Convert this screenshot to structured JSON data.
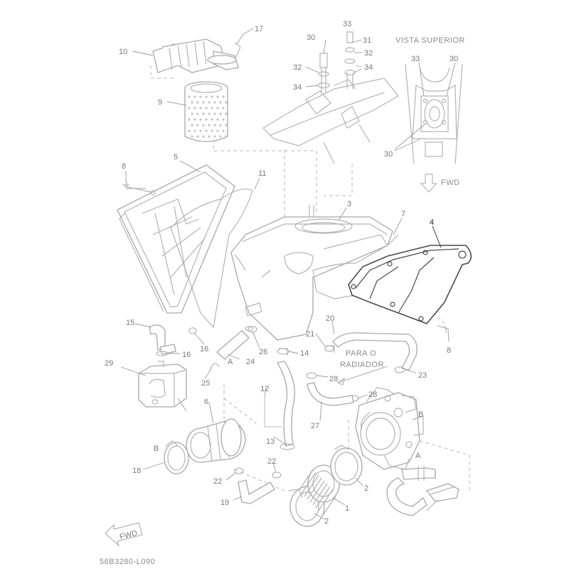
{
  "labels": {
    "p1": "1",
    "p2a": "2",
    "p2b": "2",
    "p3": "3",
    "p4": "4",
    "p5": "5",
    "p6": "6",
    "p7": "7",
    "p8a": "8",
    "p8b": "8",
    "p9": "9",
    "p10": "10",
    "p11": "11",
    "p12": "12",
    "p13": "13",
    "p14": "14",
    "p15": "15",
    "p16a": "16",
    "p16b": "16",
    "p17": "17",
    "p18": "18",
    "p19": "19",
    "p20": "20",
    "p21": "21",
    "p22a": "22",
    "p22b": "22",
    "p23": "23",
    "p24": "24",
    "p25": "25",
    "p26": "26",
    "p27": "27",
    "p28a": "28",
    "p28b": "28",
    "p29": "29",
    "p30a": "30",
    "p30b": "30",
    "p30c": "30",
    "p31": "31",
    "p32a": "32",
    "p32b": "32",
    "p33a": "33",
    "p33b": "33",
    "p34a": "34",
    "p34b": "34"
  },
  "markers": {
    "a1": "A",
    "a2": "A",
    "b1": "B",
    "b2": "B"
  },
  "texts": {
    "vista_superior": "VISTA SUPERIOR",
    "fwd_top": "FWD",
    "para_o": "PARA O",
    "radiador": "RADIADOR",
    "fwd_badge": "FWD",
    "diagram_code": "56B3280-L090"
  },
  "colors": {
    "part_line": "#b3b3b3",
    "highlight_line": "#4a4a4a",
    "label_gray": "#7a7a7a",
    "label_dark": "#222222"
  }
}
